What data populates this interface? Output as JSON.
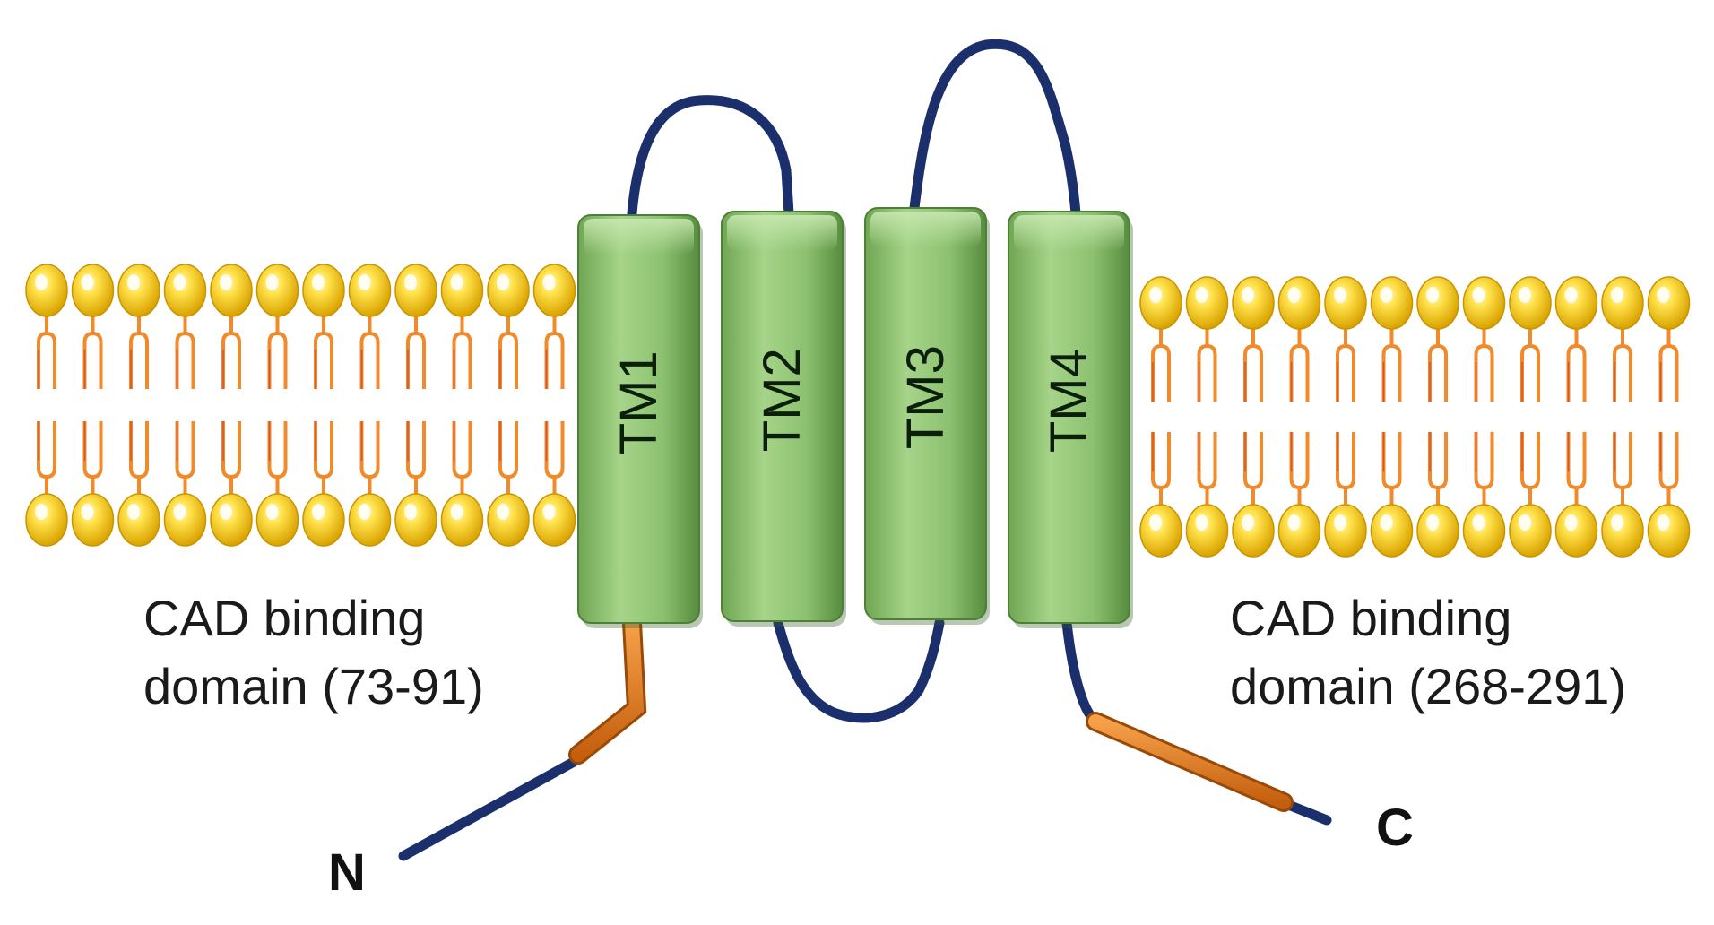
{
  "helices": [
    {
      "label": "TM1"
    },
    {
      "label": "TM2"
    },
    {
      "label": "TM3"
    },
    {
      "label": "TM4"
    }
  ],
  "cad_domains": {
    "left": {
      "line1": "CAD binding",
      "line2": "domain (73-91)"
    },
    "right": {
      "line1": "CAD binding",
      "line2": "domain (268-291)"
    }
  },
  "termini": {
    "n": "N",
    "c": "C"
  },
  "colors": {
    "helix_light": "#a6d48a",
    "helix_dark": "#5f9a45",
    "loop": "#1a2f6b",
    "cad_segment": "#e07a22",
    "lipid_head": "#f2cb1f",
    "lipid_tail": "#f08a2a"
  }
}
